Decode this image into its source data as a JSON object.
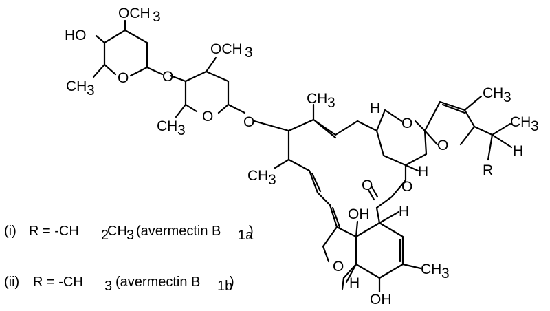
{
  "molecule": {
    "atoms": {
      "och3_top": "OCH",
      "ho": "HO",
      "ch3_left": "CH",
      "o_ring1": "O",
      "o_glyco1": "O",
      "och3_2": "OCH",
      "ch3_2": "CH",
      "o_ring2": "O",
      "o_glyco2": "O",
      "ch3_mid": "CH",
      "h_spiro": "H",
      "o_spiro1": "O",
      "o_spiro2": "O",
      "ch3_right_top": "CH",
      "ch3_right": "CH",
      "h_right": "H",
      "r": "R",
      "ch3_macro": "CH",
      "h_lactone": "H",
      "o_carbonyl": "O",
      "o_lactone": "O",
      "h_mid": "H",
      "oh_mid": "OH",
      "o_furan": "O",
      "h_bottom": "H",
      "ch3_bottom": "CH",
      "oh_bottom": "OH",
      "sub3": "3"
    }
  },
  "captions": {
    "i": {
      "num": "(i)",
      "prefix": "R = -CH",
      "sub2": "2",
      "mid": "CH",
      "sub3": "3",
      "name": "(avermectin B",
      "sub": "1a",
      "close": ")"
    },
    "ii": {
      "num": "(ii)",
      "prefix": "R = -CH",
      "sub3": "3",
      "name": "(avermectin B",
      "sub": "1b",
      "close": ")"
    }
  }
}
